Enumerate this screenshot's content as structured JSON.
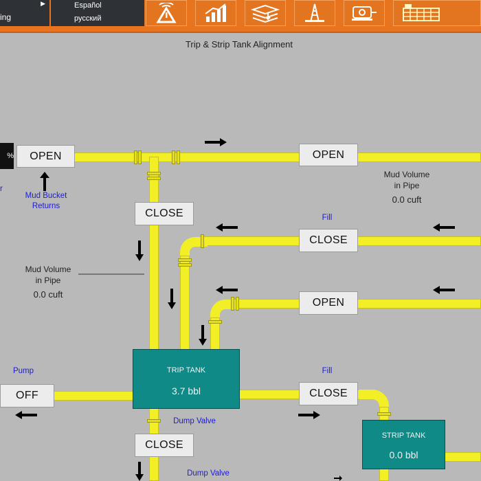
{
  "header": {
    "lang_current": "ing",
    "lang_options": [
      "Español",
      "русский"
    ],
    "tools": [
      "alarm-icon",
      "chart-icon",
      "layers-icon",
      "derrick-icon",
      "pump-icon",
      "tank-icon"
    ]
  },
  "title": "Trip & Strip Tank Alignment",
  "gauge_text": "%",
  "left_partial_label": "r",
  "valves": {
    "mud_bucket_valve": "OPEN",
    "top_right_valve": "OPEN",
    "vertical_close_valve": "CLOSE",
    "fill_upper_valve": "CLOSE",
    "middle_right_valve": "OPEN",
    "pump_valve": "OFF",
    "fill_lower_valve": "CLOSE",
    "dump_valve": "CLOSE"
  },
  "labels": {
    "mud_volume_right_title": "Mud Volume\nin Pipe",
    "mud_volume_right_value": "0.0 cuft",
    "mud_volume_left_title": "Mud Volume\nin Pipe",
    "mud_volume_left_value": "0.0 cuft",
    "mud_bucket": "Mud Bucket\nReturns",
    "fill_upper": "Fill",
    "fill_lower": "Fill",
    "pump": "Pump",
    "dump_valve_1": "Dump Valve",
    "dump_valve_2": "Dump Valve"
  },
  "tanks": {
    "trip": {
      "name": "TRIP TANK",
      "value": "3.7 bbl"
    },
    "strip": {
      "name": "STRIP TANK",
      "value": "0.0 bbl"
    }
  },
  "colors": {
    "header": "#e8741f",
    "pipe": "#f2ef26",
    "tank": "#0f8a86",
    "label_blue": "#1b1bd6"
  }
}
